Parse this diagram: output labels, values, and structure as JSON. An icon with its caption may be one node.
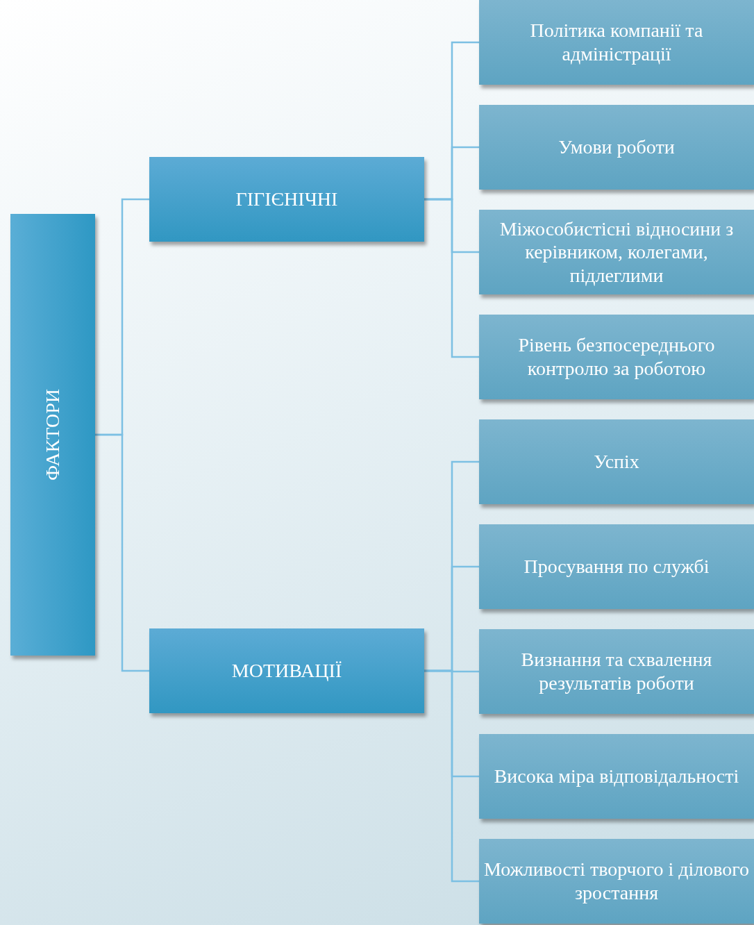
{
  "diagram": {
    "nodes": [
      {
        "text": [
          "ФАКТОРИ"
        ]
      },
      {
        "text": [
          "ГІГІЄНІЧНІ"
        ]
      },
      {
        "text": [
          "МОТИВАЦІЇ"
        ]
      },
      {
        "text": [
          "Політика компанії та адміністрації"
        ]
      },
      {
        "text": [
          "Умови роботи"
        ]
      },
      {
        "text": [
          "Міжособистісні відносини з керівником, колегами, підлеглими"
        ]
      },
      {
        "text": [
          "Рівень безпосереднього контролю за роботою"
        ]
      },
      {
        "text": [
          "Успіх"
        ]
      },
      {
        "text": [
          "Просування по службі"
        ]
      },
      {
        "text": [
          "Визнання та схвалення результатів роботи"
        ]
      },
      {
        "text": [
          "Висока міра відповідальності"
        ]
      },
      {
        "text": [
          "Можливості творчого і ділового зростання"
        ]
      }
    ],
    "edges": [
      {
        "from": 0,
        "to": 1,
        "arrow": "none"
      },
      {
        "from": 0,
        "to": 2,
        "arrow": "none"
      },
      {
        "from": 1,
        "to": 3,
        "arrow": "none"
      },
      {
        "from": 1,
        "to": 4,
        "arrow": "none"
      },
      {
        "from": 1,
        "to": 5,
        "arrow": "none"
      },
      {
        "from": 1,
        "to": 6,
        "arrow": "none"
      },
      {
        "from": 2,
        "to": 7,
        "arrow": "none"
      },
      {
        "from": 2,
        "to": 8,
        "arrow": "none"
      },
      {
        "from": 2,
        "to": 9,
        "arrow": "none"
      },
      {
        "from": 2,
        "to": 10,
        "arrow": "none"
      },
      {
        "from": 2,
        "to": 11,
        "arrow": "none"
      }
    ]
  }
}
